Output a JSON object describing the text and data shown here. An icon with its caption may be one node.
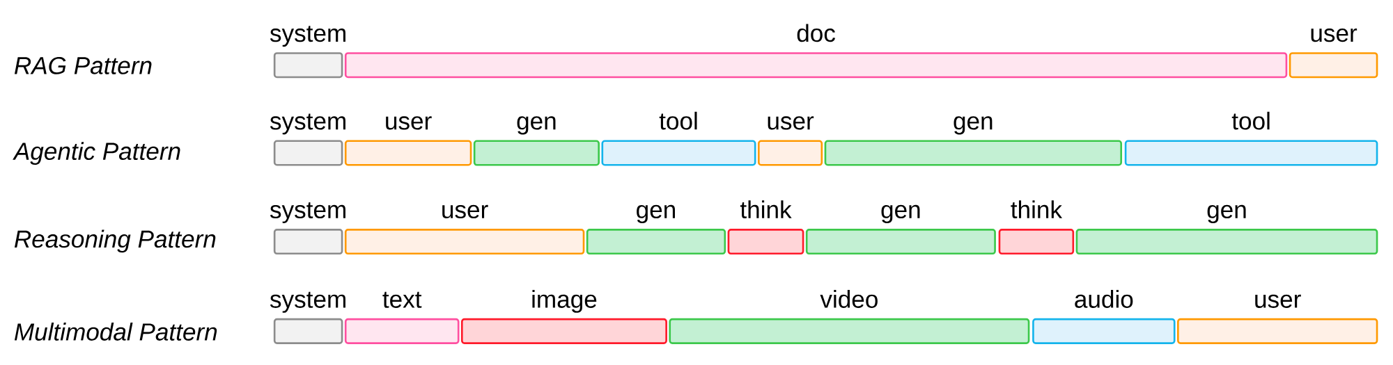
{
  "diagram": {
    "nodes": [
      {
        "text": [
          "system"
        ]
      },
      {
        "text": [
          "doc"
        ]
      },
      {
        "text": [
          "user"
        ]
      },
      {
        "text": [
          "system"
        ]
      },
      {
        "text": [
          "user"
        ]
      },
      {
        "text": [
          "gen"
        ]
      },
      {
        "text": [
          "tool"
        ]
      },
      {
        "text": [
          "user"
        ]
      },
      {
        "text": [
          "gen"
        ]
      },
      {
        "text": [
          "tool"
        ]
      },
      {
        "text": [
          "system"
        ]
      },
      {
        "text": [
          "user"
        ]
      },
      {
        "text": [
          "gen"
        ]
      },
      {
        "text": [
          "think"
        ]
      },
      {
        "text": [
          "gen"
        ]
      },
      {
        "text": [
          "think"
        ]
      },
      {
        "text": [
          "gen"
        ]
      },
      {
        "text": [
          "system"
        ]
      },
      {
        "text": [
          "text"
        ]
      },
      {
        "text": [
          "image"
        ]
      },
      {
        "text": [
          "video"
        ]
      },
      {
        "text": [
          "audio"
        ]
      },
      {
        "text": [
          "user"
        ]
      }
    ],
    "labels": [
      "RAG Pattern",
      "Agentic Pattern",
      "Reasoning Pattern",
      "Multimodal Pattern"
    ]
  }
}
